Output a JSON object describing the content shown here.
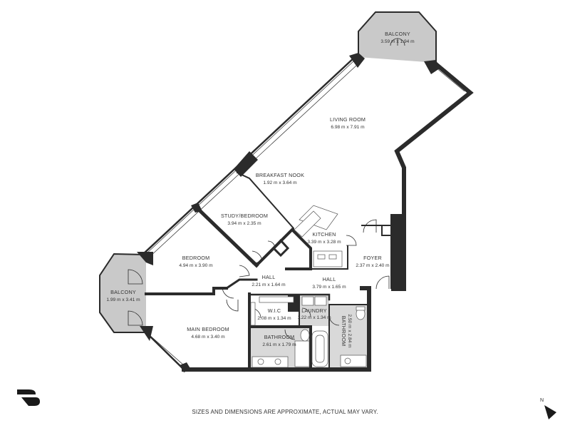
{
  "rooms": {
    "balcony_top": {
      "name": "BALCONY",
      "dims": "3.59 m x 1.94 m"
    },
    "living": {
      "name": "LIVING ROOM",
      "dims": "6.98 m x 7.91 m"
    },
    "breakfast": {
      "name": "BREAKFAST NOOK",
      "dims": "1.92 m x 3.64 m"
    },
    "study": {
      "name": "STUDY/BEDROOM",
      "dims": "3.94 m x 2.35 m"
    },
    "kitchen": {
      "name": "KITCHEN",
      "dims": "3.39 m x 3.28 m"
    },
    "foyer": {
      "name": "FOYER",
      "dims": "2.37 m x 2.40 m"
    },
    "bedroom": {
      "name": "BEDROOM",
      "dims": "4.94 m x 3.90 m"
    },
    "hall_left": {
      "name": "HALL",
      "dims": "2.21 m x 1.64 m"
    },
    "hall_right": {
      "name": "HALL",
      "dims": "3.79 m x 1.65 m"
    },
    "balcony_left": {
      "name": "BALCONY",
      "dims": "1.99 m x 3.41 m"
    },
    "wic": {
      "name": "W.I.C",
      "dims": "2.08 m x 1.34 m"
    },
    "laundry": {
      "name": "LAUNDRY",
      "dims": "1.22 m x 1.34 m"
    },
    "bathroom_right": {
      "name": "BATHROOM",
      "dims": "2.50 m x 2.84 m"
    },
    "main_bedroom": {
      "name": "MAIN BEDROOM",
      "dims": "4.68 m x 3.40 m"
    },
    "bathroom_main": {
      "name": "BATHROOM",
      "dims": "2.61 m x 1.79 m"
    }
  },
  "compass": {
    "label": "N"
  },
  "disclaimer": "SIZES AND DIMENSIONS ARE APPROXIMATE, ACTUAL MAY VARY.",
  "colors": {
    "wall": "#2b2b2b",
    "balcony_fill": "#c9c9c9",
    "wet_area_fill": "#d9d9d9",
    "window": "#ffffff"
  },
  "icons": {
    "logo": "brand-logo-icon",
    "compass": "north-arrow-icon"
  }
}
